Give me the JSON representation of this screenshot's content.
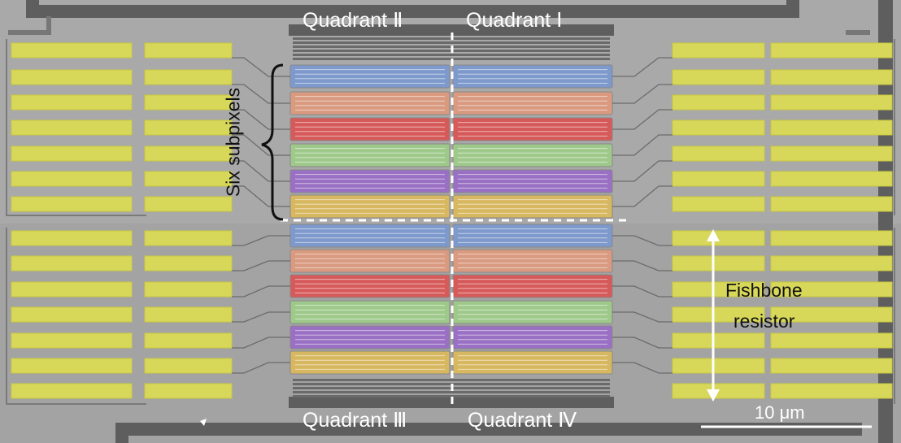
{
  "labels": {
    "quadrant_2": "Quadrant Ⅱ",
    "quadrant_1": "Quadrant Ⅰ",
    "quadrant_3": "Quadrant Ⅲ",
    "quadrant_4": "Quadrant Ⅳ",
    "six_subpixels": "Six subpixels",
    "fishbone_line1": "Fishbone",
    "fishbone_line2": "resistor",
    "scale_bar": "10 μm"
  },
  "colors": {
    "substrate": "#a9a9a9",
    "pad_yellow": "#d7d75a",
    "frame_dark": "#5e5e5e",
    "subpixel_blue": "#7e99cc",
    "subpixel_orange": "#d99a80",
    "subpixel_red": "#d65a5a",
    "subpixel_green": "#9ec98a",
    "subpixel_purple": "#9a70c4",
    "subpixel_gold": "#d7b860",
    "dark_fingers": "#6a6a6a"
  },
  "subpixel_sequence": [
    "subpixel_blue",
    "subpixel_orange",
    "subpixel_red",
    "subpixel_green",
    "subpixel_purple",
    "subpixel_gold"
  ]
}
